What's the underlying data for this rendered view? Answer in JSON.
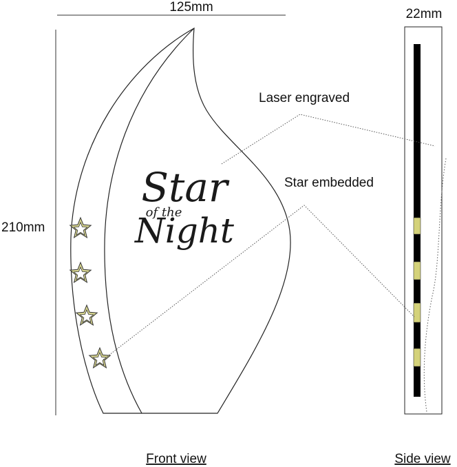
{
  "dimensions": {
    "width": "125mm",
    "height": "210mm",
    "depth": "22mm"
  },
  "callouts": {
    "laser": "Laser engraved",
    "star": "Star embedded"
  },
  "engraving": {
    "line1": "Star",
    "line2": "of the",
    "line3": "Night"
  },
  "captions": {
    "front": "Front view",
    "side": "Side view"
  },
  "colors": {
    "outline": "#222222",
    "star_fill": "#d8d690",
    "insert_fill": "#d4d27a",
    "side_bar": "#000000",
    "leader": "#555555"
  }
}
